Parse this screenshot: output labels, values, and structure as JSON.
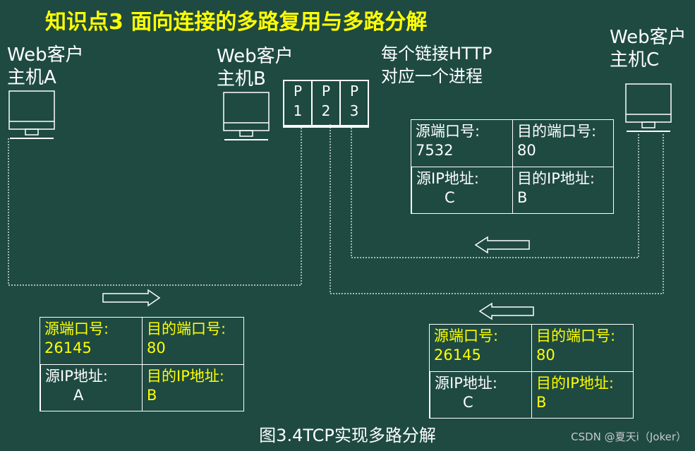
{
  "title": "知识点3  面向连接的多路复用与多路分解",
  "hosts": {
    "a": {
      "line1": "Web客户",
      "line2": "主机A",
      "icon": "computer-monitor-icon"
    },
    "b": {
      "line1": "Web客户",
      "line2": "主机B",
      "icon": "computer-monitor-icon"
    },
    "c": {
      "line1": "Web客户",
      "line2": "主机C",
      "icon": "computer-monitor-icon"
    }
  },
  "note": {
    "line1": "每个链接HTTP",
    "line2": "对应一个进程"
  },
  "processes": [
    {
      "top": "P",
      "bottom": "1"
    },
    {
      "top": "P",
      "bottom": "2"
    },
    {
      "top": "P",
      "bottom": "3"
    }
  ],
  "segments": {
    "c_to_b": {
      "src_port_label": "源端口号:",
      "src_port": "7532",
      "dst_port_label": "目的端口号:",
      "dst_port": "80",
      "src_ip_label": "源IP地址:",
      "src_ip": "C",
      "dst_ip_label": "目的IP地址:",
      "dst_ip": "B"
    },
    "a_to_b": {
      "src_port_label": "源端口号:",
      "src_port": "26145",
      "dst_port_label": "目的端口号:",
      "dst_port": "80",
      "src_ip_label": "源IP地址:",
      "src_ip": "A",
      "dst_ip_label": "目的IP地址:",
      "dst_ip": "B"
    },
    "c_to_b_2": {
      "src_port_label": "源端口号:",
      "src_port": "26145",
      "dst_port_label": "目的端口号:",
      "dst_port": "80",
      "src_ip_label": "源IP地址:",
      "src_ip": "C",
      "dst_ip_label": "目的IP地址:",
      "dst_ip": "B"
    }
  },
  "caption": "图3.4TCP实现多路分解",
  "watermark": "CSDN @夏天i（Joker）",
  "colors": {
    "background": "#1e4a42",
    "highlight": "#ffff00",
    "line": "#ffffff"
  }
}
